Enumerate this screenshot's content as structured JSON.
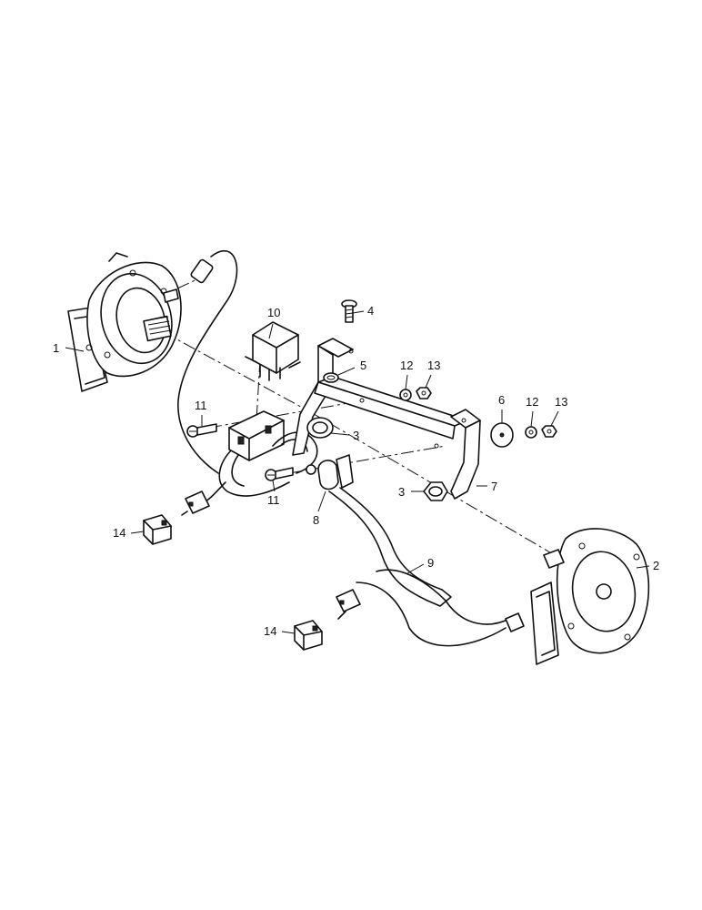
{
  "callouts": {
    "c1": "1",
    "c2": "2",
    "c3a": "3",
    "c3b": "3",
    "c4": "4",
    "c5": "5",
    "c6": "6",
    "c7": "7",
    "c8": "8",
    "c9": "9",
    "c10": "10",
    "c11a": "11",
    "c11b": "11",
    "c12a": "12",
    "c12b": "12",
    "c13a": "13",
    "c13b": "13",
    "c14a": "14",
    "c14b": "14"
  }
}
